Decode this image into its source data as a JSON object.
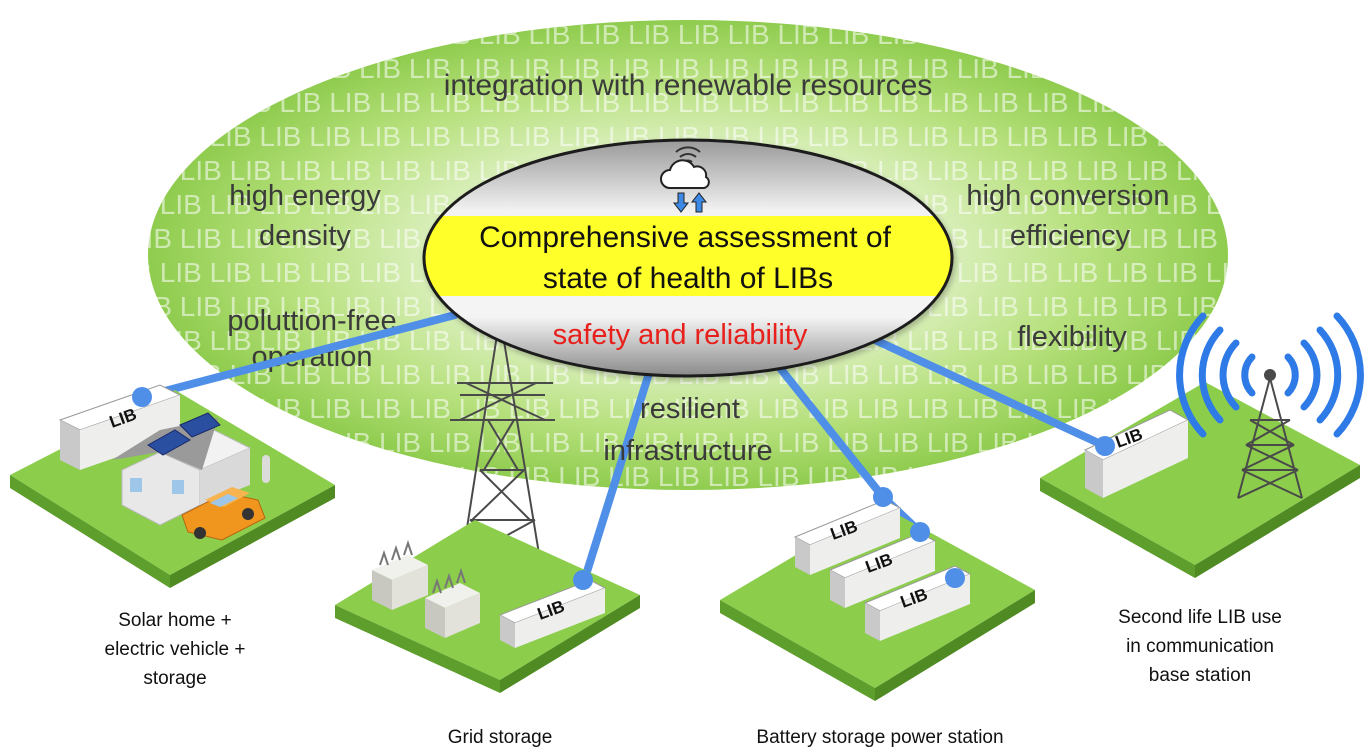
{
  "outer_ellipse": {
    "pattern_word": "LIB",
    "top_label": "integration with renewable resources",
    "left_label_1": [
      "high energy",
      "density"
    ],
    "left_label_2": [
      "poluttion-free",
      "operation"
    ],
    "right_label_1": [
      "high conversion",
      "efficiency"
    ],
    "right_label_2": "flexibility",
    "bottom_label": [
      "resilient",
      "infrastructure"
    ]
  },
  "center": {
    "title_lines": [
      "Comprehensive assessment of",
      "state of health of LIBs"
    ],
    "subtitle": "safety and reliability",
    "icon": "cloud-sync-icon"
  },
  "battery_label": "LIB",
  "scenes": [
    {
      "name": "solar-home",
      "caption_lines": [
        "Solar home +",
        "electric vehicle +",
        "storage"
      ]
    },
    {
      "name": "grid-storage",
      "caption_lines": [
        "Grid storage"
      ]
    },
    {
      "name": "battery-station",
      "caption_lines": [
        "Battery storage power station"
      ]
    },
    {
      "name": "base-station",
      "caption_lines": [
        "Second life LIB use",
        "in communication",
        "base station"
      ]
    }
  ],
  "colors": {
    "ellipse_green": "#9ad35a",
    "title_band": "#ffff2a",
    "subtitle": "#e8201c",
    "link_blue": "#4f8fe8",
    "platform_top": "#8ccd4c",
    "platform_side": "#5e9e2c"
  }
}
